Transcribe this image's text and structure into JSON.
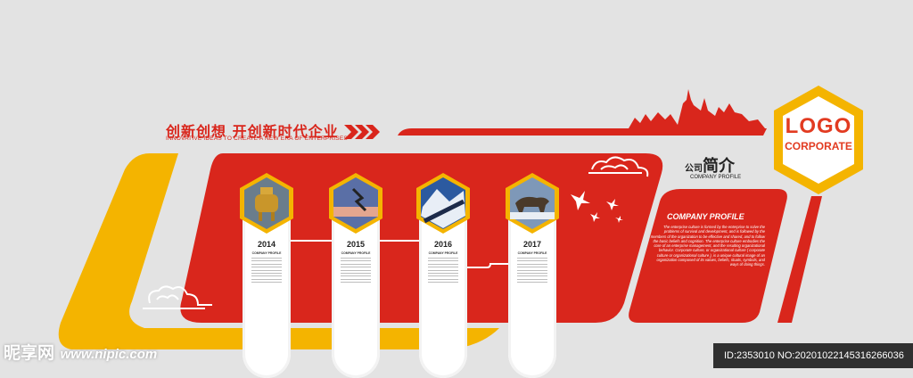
{
  "header": {
    "title_cn": "创新创想 开创新时代企业",
    "title_en": "INNOVATIVE IDEAS TO CREATE A NEW ERA OF ENTERPRISES"
  },
  "timeline": [
    {
      "year": "2014",
      "subtitle": "COMPANY PROFILE",
      "image": "golden-ding-icon"
    },
    {
      "year": "2015",
      "subtitle": "COMPANY PROFILE",
      "image": "climber-icon"
    },
    {
      "year": "2016",
      "subtitle": "COMPANY PROFILE",
      "image": "mountain-icon"
    },
    {
      "year": "2017",
      "subtitle": "COMPANY PROFILE",
      "image": "bull-icon"
    }
  ],
  "intro": {
    "title_cn_small": "公司",
    "title_cn_large": "简介",
    "title_en": "COMPANY PROFILE"
  },
  "profile": {
    "title": "COMPANY PROFILE",
    "text": "The enterprise culture is formed by the enterprise to solve the problems of survival and development, and is followed by the members of the organization to be effective and shared, and to follow the basic beliefs and cognition. The enterprise culture embodies the core of an enterprise management, and the resulting organizational behavior. Corporate culture, or organizational culture ( corporate culture or organizational culture ), is a unique cultural image of an organization composed of its values, beliefs, rituals, symbols, and ways of doing things."
  },
  "logo": {
    "line1": "LOGO",
    "line2": "CORPORATE"
  },
  "watermark": {
    "left_cn": "昵享网",
    "left_url": "www.nipic.com",
    "right": "ID:2353010 NO:20201022145316266036"
  },
  "colors": {
    "background": "#e3e3e3",
    "red": "#d9261c",
    "yellow": "#f4b400",
    "white": "#ffffff"
  }
}
